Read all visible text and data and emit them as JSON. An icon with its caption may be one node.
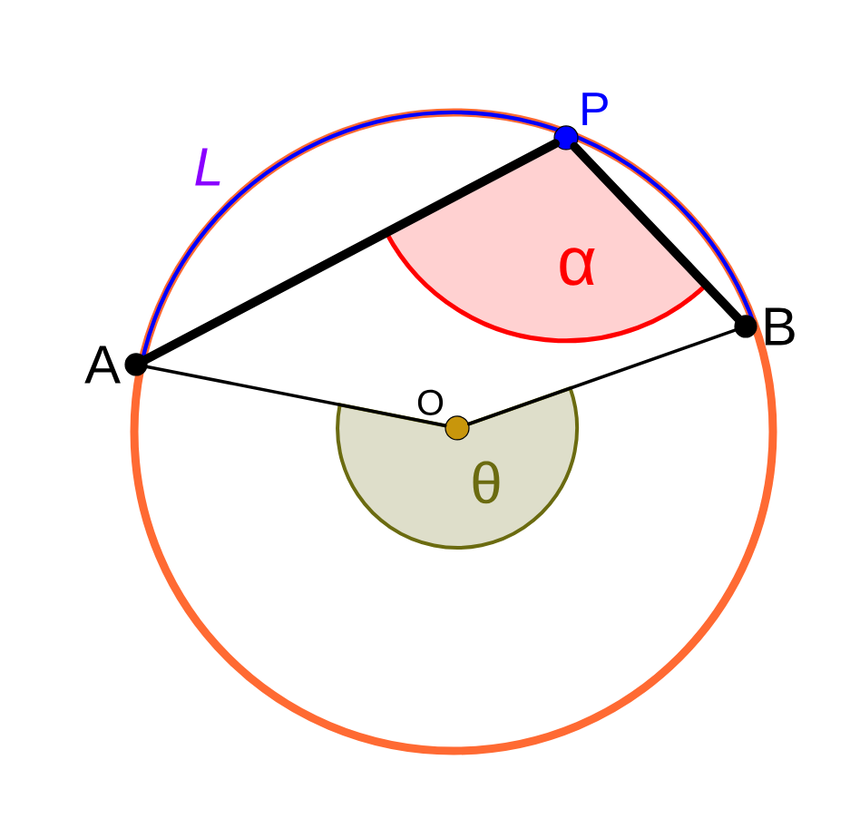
{
  "diagram": {
    "nodes": [
      {
        "text": [
          "A"
        ]
      },
      {
        "text": [
          "P"
        ]
      },
      {
        "text": [
          "B"
        ]
      },
      {
        "text": [
          "O"
        ]
      }
    ],
    "edges": [
      {
        "from": 0,
        "to": 1,
        "arrow": "none",
        "style": "thick"
      },
      {
        "from": 1,
        "to": 2,
        "arrow": "none",
        "style": "thick"
      },
      {
        "from": 0,
        "to": 3,
        "arrow": "none"
      },
      {
        "from": 3,
        "to": 2,
        "arrow": "none"
      }
    ],
    "labels": [
      "L",
      "α",
      "θ"
    ]
  }
}
